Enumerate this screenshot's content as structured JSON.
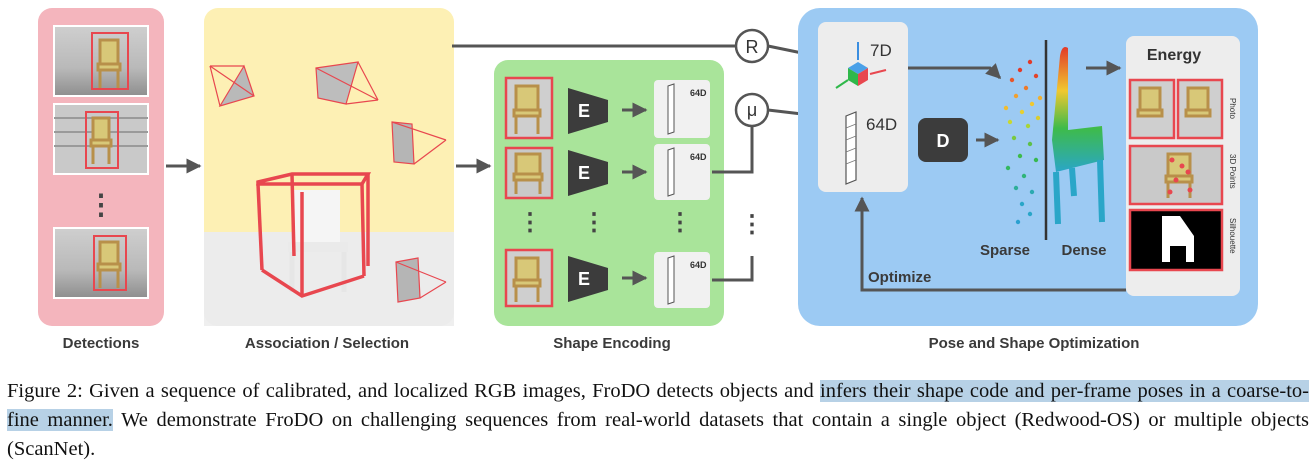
{
  "stages": {
    "detections": "Detections",
    "association": "Association  / Selection",
    "shape_encoding": "Shape Encoding",
    "pose_shape_optimization": "Pose and Shape Optimization"
  },
  "encoder_label": "E",
  "decoder_label": "D",
  "code_dim_label": "64D",
  "pose_dim_label": "7D",
  "rotation_symbol": "R",
  "mean_symbol": "μ",
  "ellipsis": "⋮",
  "sparse_label": "Sparse",
  "dense_label": "Dense",
  "energy": {
    "title": "Energy",
    "terms": [
      "Photo",
      "3D Points",
      "Silhouette"
    ]
  },
  "optimize_label": "Optimize",
  "colors": {
    "detections_bg": "#f4b5bd",
    "association_bg": "#fdf0b4",
    "encoding_bg": "#a9e49a",
    "optimization_bg": "#9ccaf3",
    "box_red": "#e8474f",
    "encoder_dark": "#3c3c3c",
    "caption_highlight": "#b7d1e6"
  },
  "caption": {
    "part1": "Figure 2: Given a sequence of calibrated, and localized RGB images, FroDO detects objects and ",
    "highlight": "infers their shape code and per-frame poses in a coarse-to-fine manner.",
    "part2": " We demonstrate FroDO on challenging sequences from real-world datasets that contain a single object (Redwood-OS) or multiple objects (ScanNet)."
  }
}
